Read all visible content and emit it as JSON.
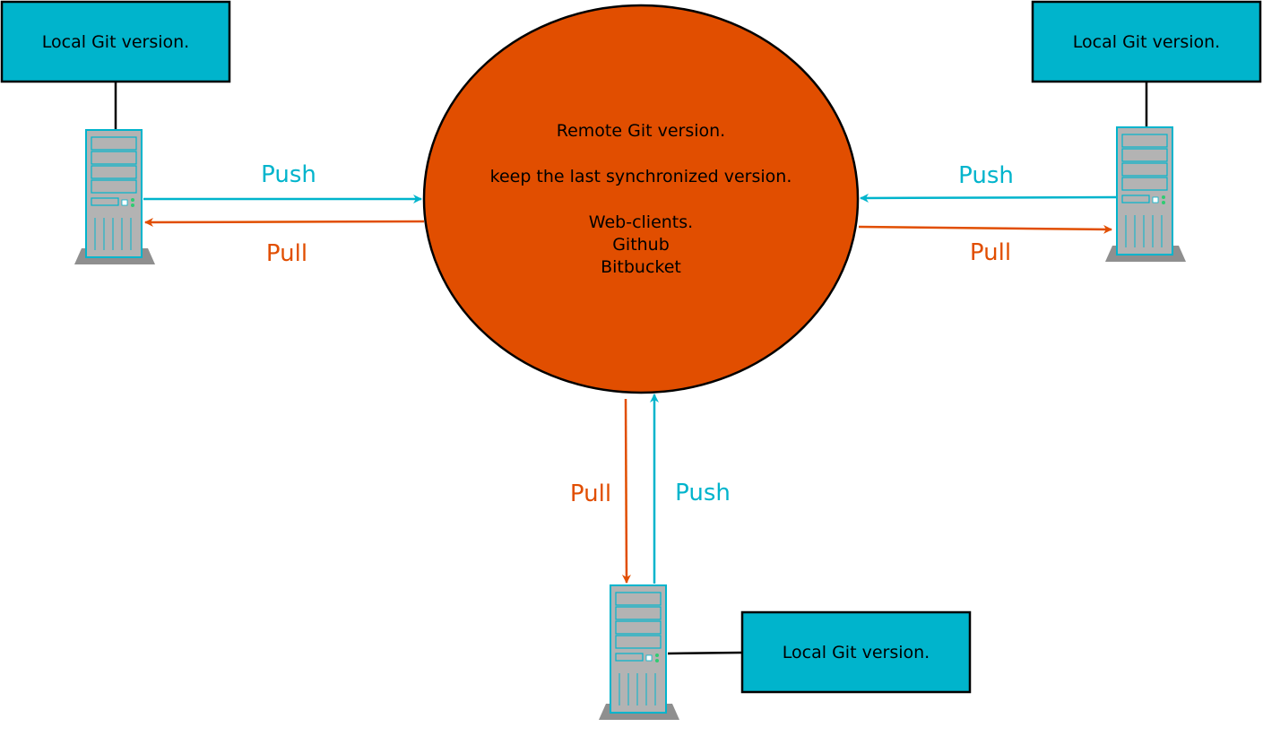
{
  "colors": {
    "push": "#00b4cc",
    "pull": "#e14e00",
    "remote_fill": "#e14e00",
    "box_fill": "#00b4cc",
    "server_body": "#b3b3b3"
  },
  "remote": {
    "line1": "Remote Git version.",
    "line2": "keep the last synchronized version.",
    "line3": "Web-clients.",
    "line4": "Github",
    "line5": "Bitbucket"
  },
  "clients": {
    "left": {
      "box_label": "Local Git version.",
      "push_label": "Push",
      "pull_label": "Pull",
      "icon": "server-icon"
    },
    "right": {
      "box_label": "Local Git version.",
      "push_label": "Push",
      "pull_label": "Pull",
      "icon": "server-icon"
    },
    "bottom": {
      "box_label": "Local Git version.",
      "push_label": "Push",
      "pull_label": "Pull",
      "icon": "server-icon"
    }
  }
}
